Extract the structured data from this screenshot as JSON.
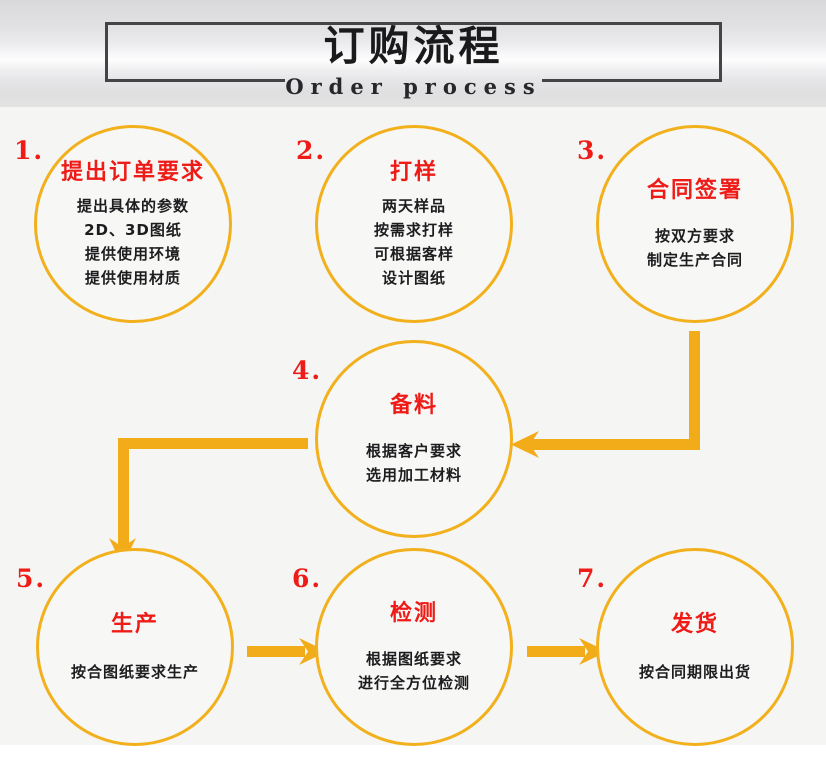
{
  "header": {
    "title_cn": "订购流程",
    "title_en": "Order process"
  },
  "theme": {
    "accent_orange": "#F2AC19",
    "circle_stroke": "#F2B01C",
    "title_red": "#EE1B17",
    "body_text": "#1D1D1F",
    "border_dark": "#444448",
    "band_gray": "#E0E0E2",
    "plate_bg": "#F5F5F4"
  },
  "flow": {
    "nodes": [
      {
        "number": "1.",
        "title": "提出订单要求",
        "lines": [
          "提出具体的参数",
          "2D、3D图纸",
          "提供使用环境",
          "提供使用材质"
        ]
      },
      {
        "number": "2.",
        "title": "打样",
        "lines": [
          "两天样品",
          "按需求打样",
          "可根据客样",
          "设计图纸"
        ]
      },
      {
        "number": "3.",
        "title": "合同签署",
        "lines": [
          "按双方要求",
          "制定生产合同"
        ]
      },
      {
        "number": "4.",
        "title": "备料",
        "lines": [
          "根据客户要求",
          "选用加工材料"
        ]
      },
      {
        "number": "5.",
        "title": "生产",
        "lines": [
          "按合图纸要求生产"
        ]
      },
      {
        "number": "6.",
        "title": "检测",
        "lines": [
          "根据图纸要求",
          "进行全方位检测"
        ]
      },
      {
        "number": "7.",
        "title": "发货",
        "lines": [
          "按合同期限出货"
        ]
      }
    ],
    "connectors": [
      {
        "from": "1",
        "to": "2",
        "direction": "right"
      },
      {
        "from": "2",
        "to": "3",
        "direction": "right"
      },
      {
        "from": "3",
        "to": "4",
        "direction": "down-then-left"
      },
      {
        "from": "4",
        "to": "5",
        "direction": "left-then-down"
      },
      {
        "from": "5",
        "to": "6",
        "direction": "right"
      },
      {
        "from": "6",
        "to": "7",
        "direction": "right"
      }
    ]
  }
}
